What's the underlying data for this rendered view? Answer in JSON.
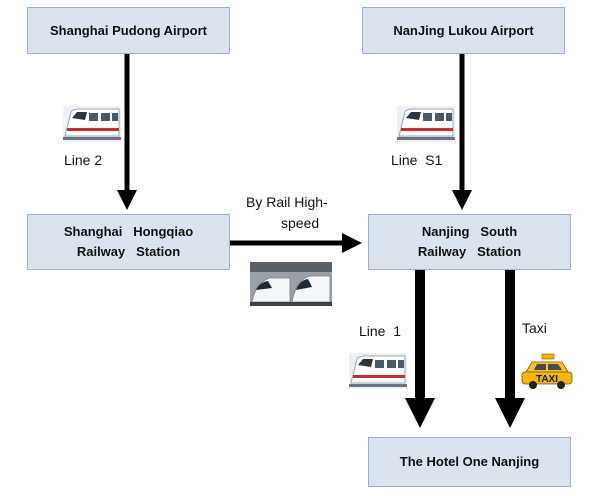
{
  "nodes": {
    "pudong": {
      "label": "Shanghai Pudong Airport"
    },
    "lukou": {
      "label": "NanJing Lukou Airport"
    },
    "hongqiao": {
      "line1": "Shanghai   Hongqiao",
      "line2": "Railway   Station"
    },
    "nanjing_south": {
      "line1": "Nanjing   South",
      "line2": "Railway   Station"
    },
    "hotel": {
      "label": "The  Hotel One Nanjing"
    }
  },
  "edges": {
    "pudong_to_hongqiao": {
      "label": "Line 2",
      "icon": "metro-train-icon"
    },
    "lukou_to_nanjing_south": {
      "label": "Line  S1",
      "icon": "metro-train-icon"
    },
    "hongqiao_to_nanjing_south": {
      "label_line1": "By Rail High-",
      "label_line2": "speed",
      "icon": "high-speed-train-icon"
    },
    "nanjing_south_to_hotel_metro": {
      "label": "Line  1",
      "icon": "metro-train-icon"
    },
    "nanjing_south_to_hotel_taxi": {
      "label": "Taxi",
      "icon": "taxi-icon",
      "icon_text": "TAXI"
    }
  },
  "colors": {
    "box_fill": "#dbe3ee",
    "box_border": "#9fb0c8",
    "arrow": "#000000",
    "taxi": "#f2b705"
  }
}
